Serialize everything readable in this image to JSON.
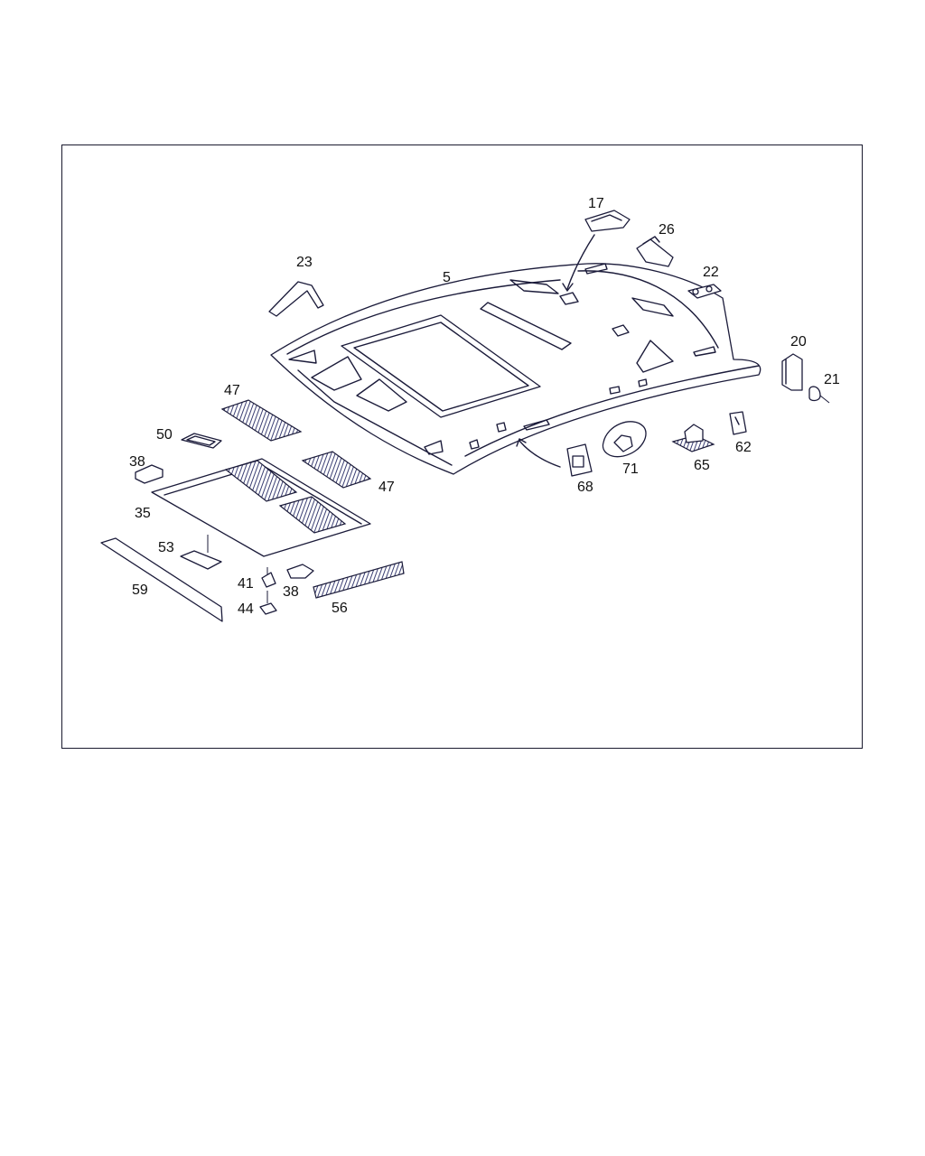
{
  "callouts": [
    {
      "id": "5",
      "text": "5"
    },
    {
      "id": "17",
      "text": "17"
    },
    {
      "id": "20",
      "text": "20"
    },
    {
      "id": "21",
      "text": "21"
    },
    {
      "id": "22",
      "text": "22"
    },
    {
      "id": "23",
      "text": "23"
    },
    {
      "id": "26",
      "text": "26"
    },
    {
      "id": "35",
      "text": "35"
    },
    {
      "id": "38a",
      "text": "38"
    },
    {
      "id": "38b",
      "text": "38"
    },
    {
      "id": "41",
      "text": "41"
    },
    {
      "id": "44",
      "text": "44"
    },
    {
      "id": "47a",
      "text": "47"
    },
    {
      "id": "47b",
      "text": "47"
    },
    {
      "id": "50",
      "text": "50"
    },
    {
      "id": "53",
      "text": "53"
    },
    {
      "id": "56",
      "text": "56"
    },
    {
      "id": "59",
      "text": "59"
    },
    {
      "id": "62",
      "text": "62"
    },
    {
      "id": "65",
      "text": "65"
    },
    {
      "id": "68",
      "text": "68"
    },
    {
      "id": "71",
      "text": "71"
    }
  ],
  "colors": {
    "line": "#1b1b3a",
    "accent": "#3b3f73",
    "background": "#ffffff"
  }
}
